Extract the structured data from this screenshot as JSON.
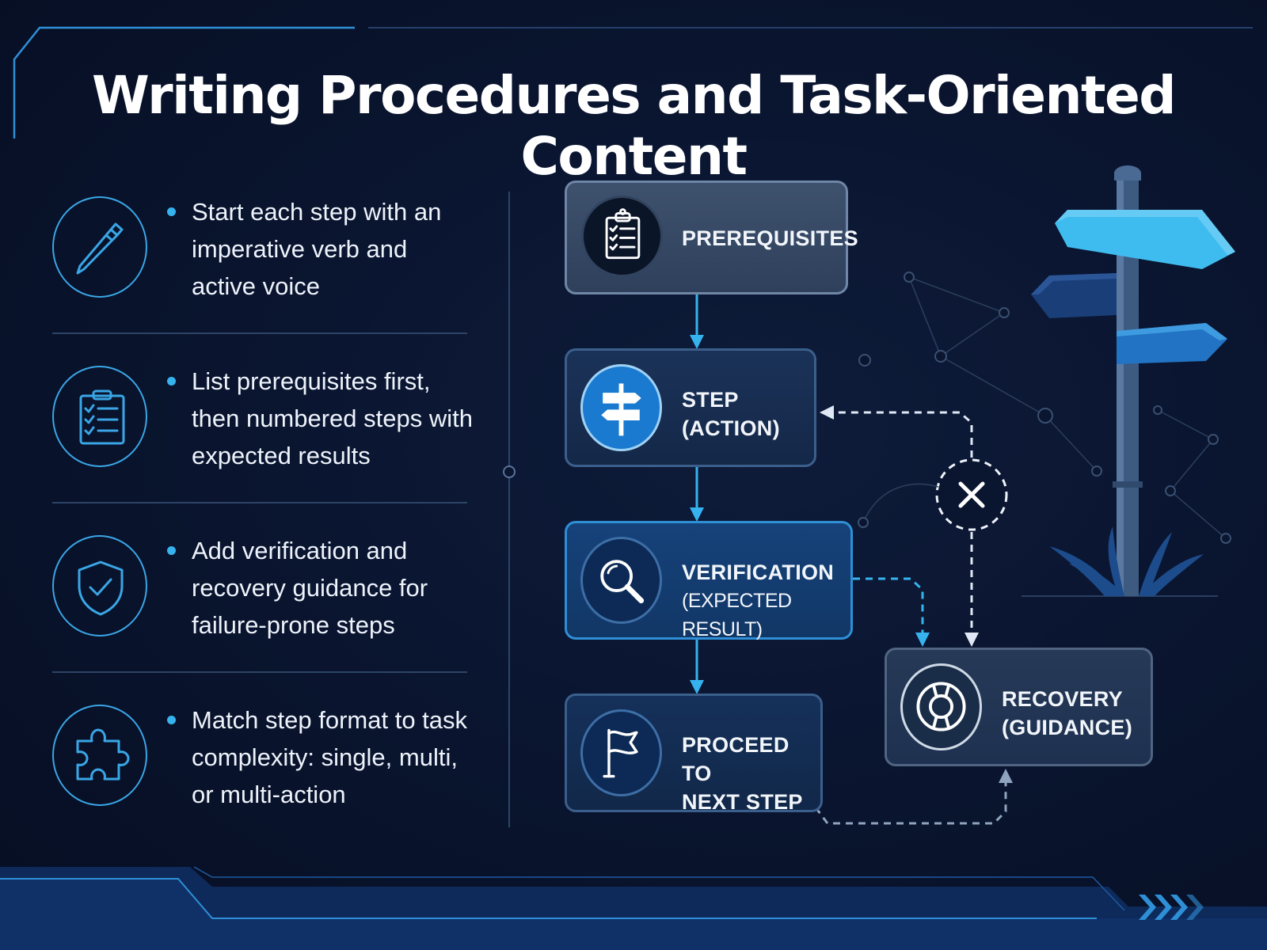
{
  "title": "Writing Procedures and Task-Oriented Content",
  "guidelines": [
    {
      "icon": "pencil-icon",
      "text": "Start each step with an imperative verb and active voice"
    },
    {
      "icon": "clipboard-checklist-icon",
      "text": "List prerequisites first, then numbered steps with expected results"
    },
    {
      "icon": "shield-check-icon",
      "text": "Add verification and recovery guidance for failure-prone steps"
    },
    {
      "icon": "puzzle-piece-icon",
      "text": "Match step format to task complexity: single, multi, or multi-action"
    }
  ],
  "flow": {
    "prerequisites": {
      "line1": "PREREQUISITES",
      "icon": "clipboard-checklist-icon"
    },
    "step": {
      "line1": "STEP",
      "line2": "(ACTION)",
      "icon": "signpost-icon"
    },
    "verification": {
      "line1": "VERIFICATION",
      "line2": "(EXPECTED RESULT)",
      "icon": "magnifier-icon"
    },
    "proceed": {
      "line1": "PROCEED TO",
      "line2": "NEXT STEP",
      "icon": "flag-icon"
    },
    "recovery": {
      "line1": "RECOVERY",
      "line2": "(GUIDANCE)",
      "icon": "lifebuoy-icon"
    },
    "failure_marker_icon": "x-icon"
  },
  "colors": {
    "background": "#0a1530",
    "accent_blue": "#36b3ef",
    "box_border": "#3b5f8c",
    "signpost_light": "#3fbcef",
    "signpost_dark": "#1a3e78"
  }
}
